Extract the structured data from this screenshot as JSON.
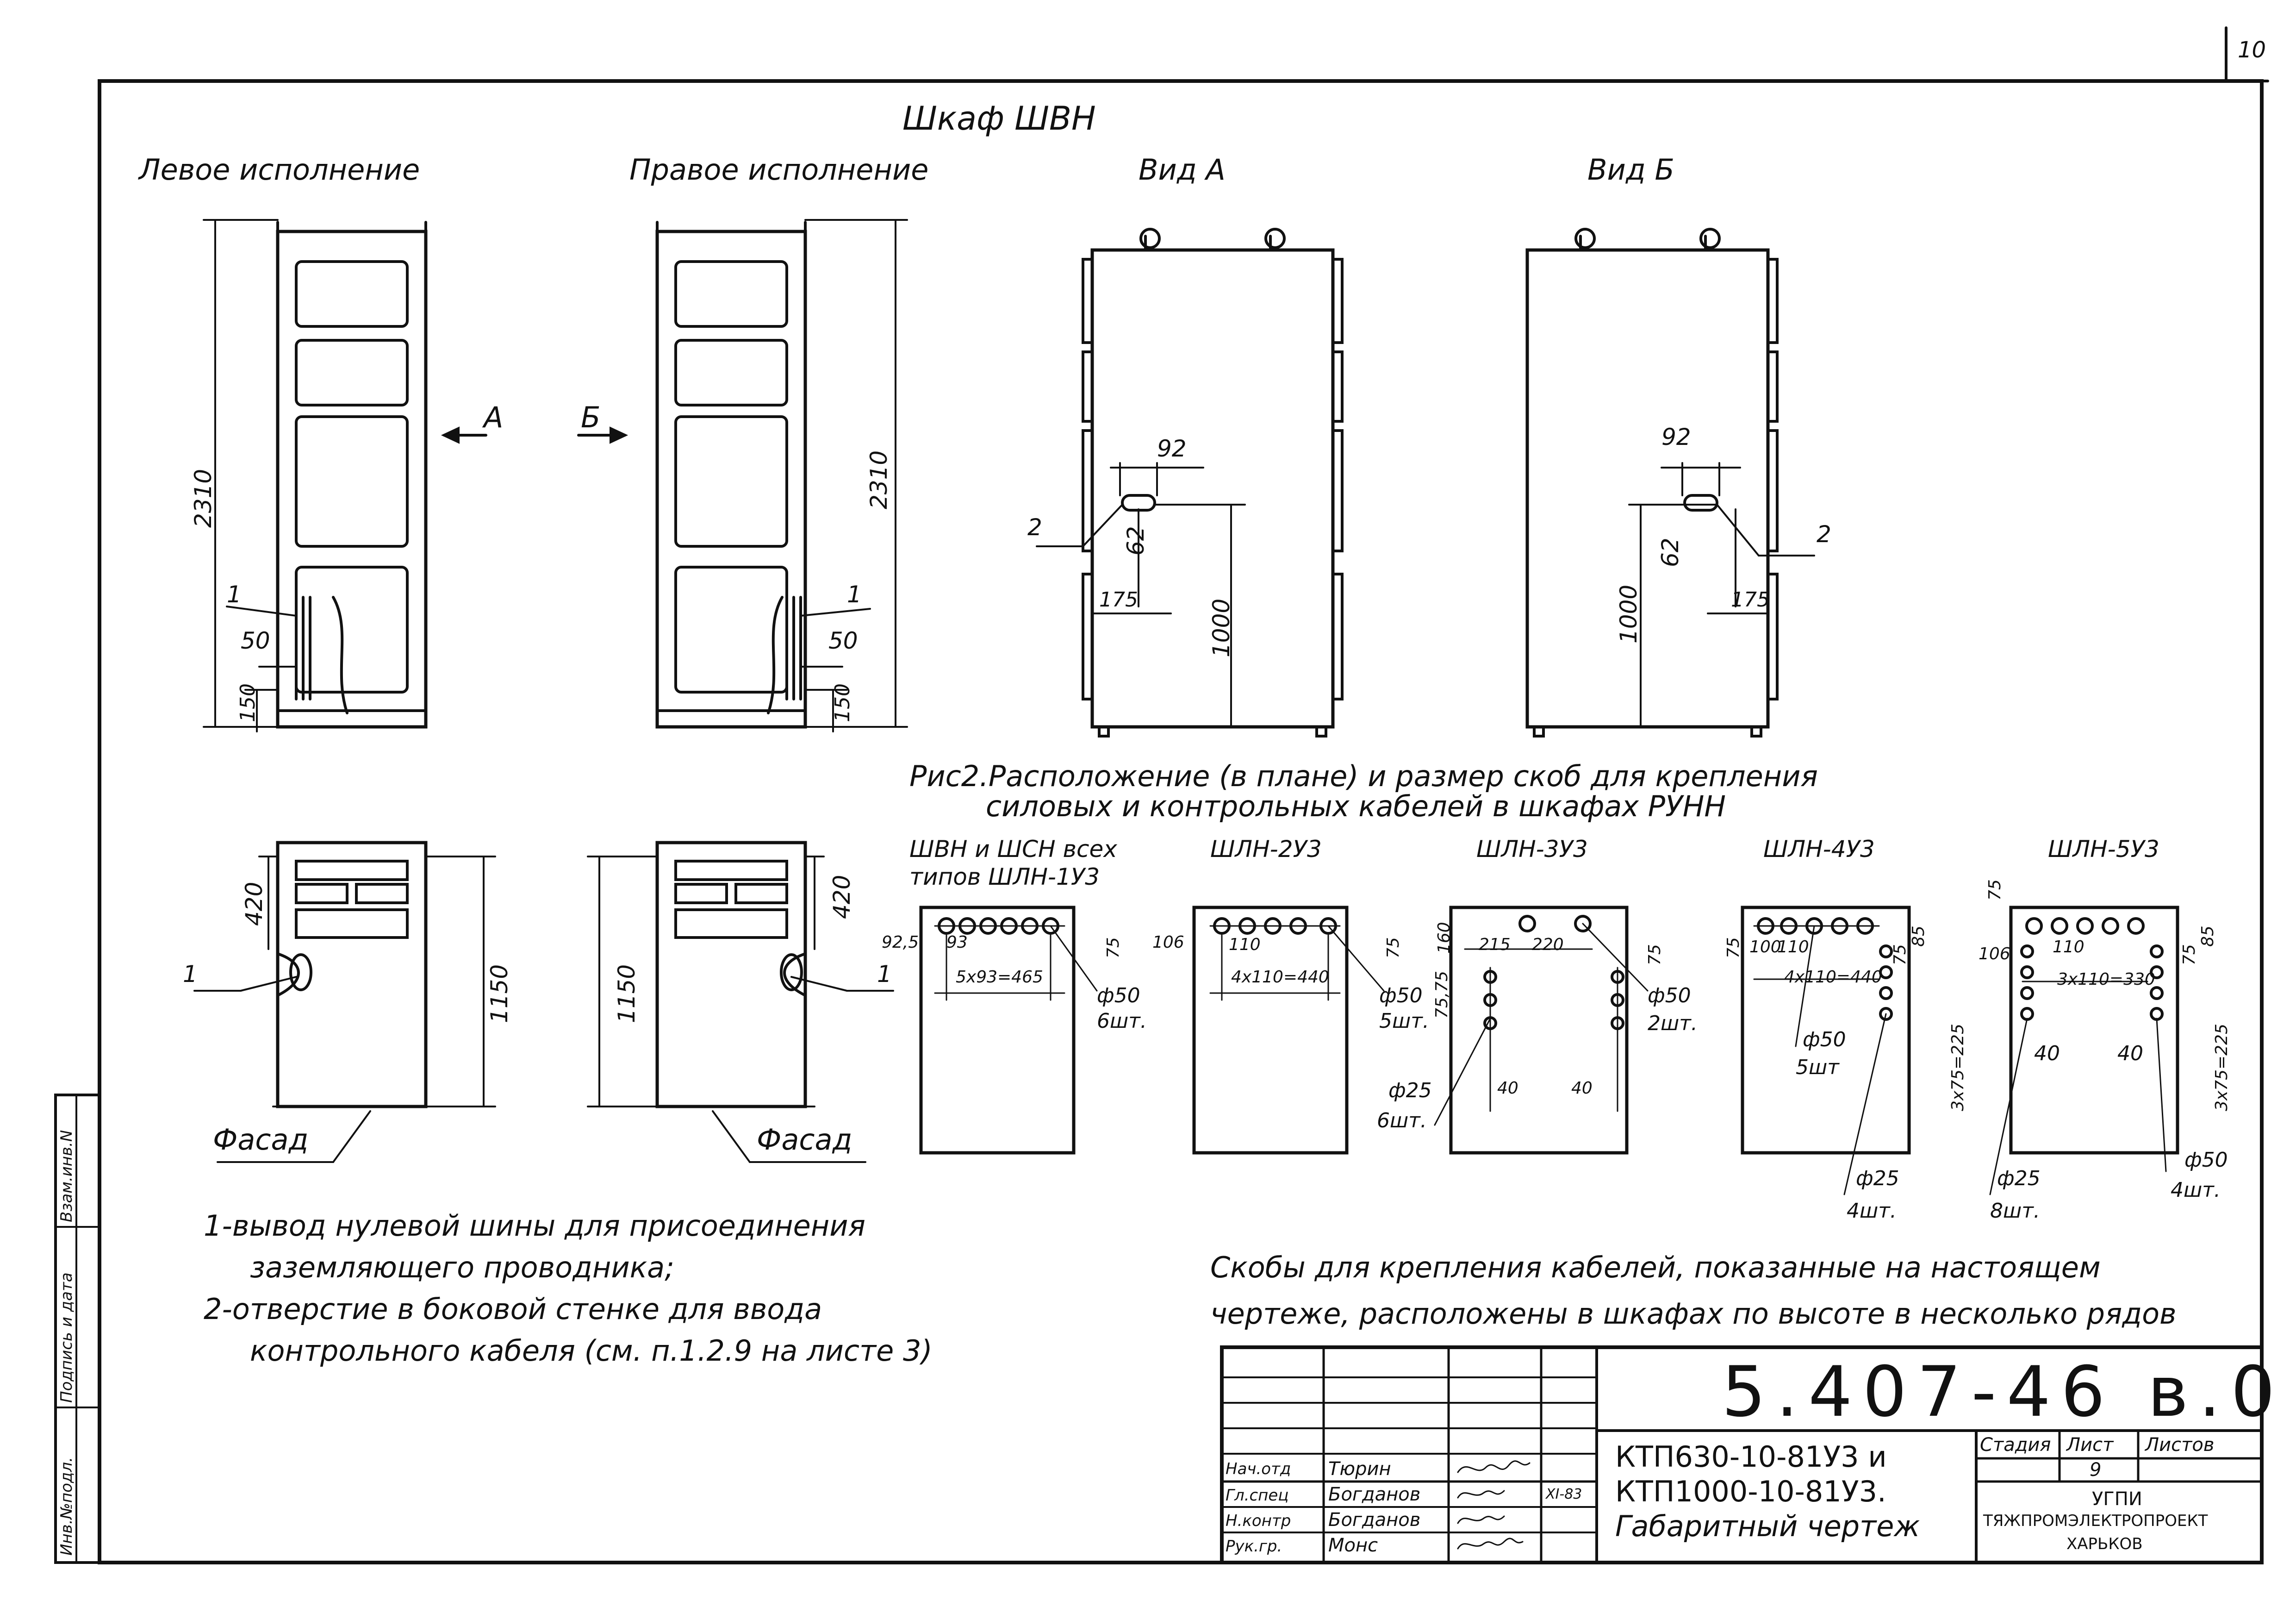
{
  "sheet_number": "10",
  "title": "Шкаф ШВН",
  "views": {
    "left": "Левое исполнение",
    "right": "Правое исполнение",
    "view_a": "Вид А",
    "view_b": "Вид Б",
    "arrow_a": "А",
    "arrow_b": "Б",
    "facade": "Фасад"
  },
  "dims": {
    "height": "2310",
    "d50": "50",
    "d150": "150",
    "d92": "92",
    "d62": "62",
    "d175": "175",
    "d1000": "1000",
    "d420": "420",
    "d1150": "1150",
    "pos1": "1",
    "pos2": "2"
  },
  "fig2": {
    "caption_line1": "Рис2.Расположение (в плане) и размер скоб для крепления",
    "caption_line2": "силовых и контрольных кабелей в шкафах РУНН",
    "panels": [
      {
        "name_line1": "ШВН и ШСН всех",
        "name_line2": "типов ШЛН-1У3",
        "dims": [
          "92,5",
          "93",
          "5х93=465",
          "75"
        ],
        "hole": "ф50",
        "count": "6шт."
      },
      {
        "name_line1": "ШЛН-2У3",
        "name_line2": "",
        "dims": [
          "106",
          "110",
          "4х110=440",
          "75"
        ],
        "hole": "ф50",
        "count": "5шт."
      },
      {
        "name_line1": "ШЛН-3У3",
        "name_line2": "",
        "dims": [
          "160",
          "215",
          "220",
          "75",
          "75,75",
          "40",
          "40"
        ],
        "hole": "ф50",
        "count": "2шт.",
        "hole2": "ф25",
        "count2": "6шт."
      },
      {
        "name_line1": "ШЛН-4У3",
        "name_line2": "",
        "dims": [
          "75",
          "100",
          "110",
          "4х110=440",
          "75",
          "85",
          "3х75=225"
        ],
        "hole": "ф50",
        "count": "5шт",
        "hole2": "ф25",
        "count2": "4шт."
      },
      {
        "name_line1": "ШЛН-5У3",
        "name_line2": "",
        "dims": [
          "75",
          "106",
          "110",
          "3х110=330",
          "75",
          "85",
          "40",
          "40",
          "3х75=225"
        ],
        "hole": "ф25",
        "count": "8шт.",
        "hole2": "ф50",
        "count2": "4шт."
      }
    ]
  },
  "notes": {
    "n1_line1": "1-вывод нулевой шины для присоединения",
    "n1_line2": "заземляющего проводника;",
    "n2_line1": "2-отверстие в боковой стенке для ввода",
    "n2_line2": "контрольного кабеля (см. п.1.2.9 на листе 3)",
    "remark_line1": "Скобы для крепления кабелей, показанные на настоящем",
    "remark_line2": "чертеже, расположены в шкафах по высоте в несколько рядов"
  },
  "side_stamp": {
    "inv_orig": "Инв.№подл.",
    "sign_date": "Подпись и дата",
    "replace_inv": "Взам.инв.N"
  },
  "title_block": {
    "doc_code": "5.407-46 в.0",
    "name_line1": "КТП630-10-81У3 и",
    "name_line2": "КТП1000-10-81У3.",
    "name_line3": "Габаритный чертеж",
    "stage_label": "Стадия",
    "sheet_label": "Лист",
    "sheets_label": "Листов",
    "sheet_value": "9",
    "org_line1": "УГПИ",
    "org_line2": "ТЯЖПРОМЭЛЕКТРОПРОЕКТ",
    "org_line3": "ХАРЬКОВ",
    "date": "XI-83",
    "people": [
      {
        "role": "Нач.отд",
        "name": "Тюрин"
      },
      {
        "role": "Гл.спец",
        "name": "Богданов"
      },
      {
        "role": "Н.контр",
        "name": "Богданов"
      },
      {
        "role": "Рук.гр.",
        "name": "Монс"
      }
    ]
  }
}
